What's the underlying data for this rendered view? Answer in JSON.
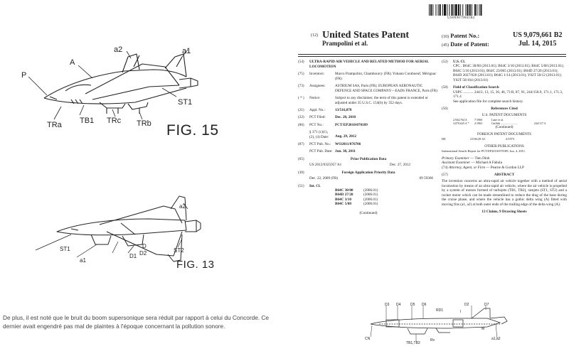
{
  "left": {
    "fig15": {
      "caption": "FIG. 15",
      "labels": {
        "a2": "a2",
        "a1": "a1",
        "A": "A",
        "P": "P",
        "ST1": "ST1",
        "TRc": "TRc",
        "TRb": "TRb",
        "TRa": "TRa",
        "TB1": "TB1"
      }
    },
    "fig13": {
      "caption": "FIG. 13",
      "labels": {
        "a2": "a2",
        "ST1": "ST1",
        "D1": "D1",
        "D2": "D2",
        "D": "D",
        "ST2": "ST2",
        "a1": "a1"
      }
    },
    "paragraph": "De plus, il est noté que le bruit du boom supersonique sera réduit par rapport à celui du Concorde. Ce dernier avait engendré pas mal de plaintes à l'époque concernant la pollution sonore."
  },
  "patent": {
    "barcode_number": "US009079661B2",
    "code_12": "(12)",
    "title": "United States Patent",
    "inventors_short": "Prampolini et al.",
    "code_10": "(10)",
    "patent_no_label": "Patent No.:",
    "patent_no": "US 9,079,661 B2",
    "code_45": "(45)",
    "date_label": "Date of Patent:",
    "date": "Jul. 14, 2015",
    "left_col": {
      "f54": {
        "code": "(54)",
        "value": "ULTRA-RAPID AIR VEHICLE AND RELATED METHOD FOR AERIAL LOCOMOTION"
      },
      "f75": {
        "code": "(75)",
        "name": "Inventors:",
        "value": "Marco Prampolini, Chambourcy (FR); Yohann Coraboeuf, Mérignac (FR)"
      },
      "f73": {
        "code": "(73)",
        "name": "Assignees:",
        "value": "ASTRIUM SAS, Paris (FR); EUROPEAN AERONAUTIC DEFENCE AND SPACE COMPANY—EADS FRANCE, Paris (FR)"
      },
      "fnotice": {
        "code": "( * )",
        "name": "Notice:",
        "value": "Subject to any disclaimer, the term of this patent is extended or adjusted under 35 U.S.C. 154(b) by 352 days."
      },
      "f21": {
        "code": "(21)",
        "name": "Appl. No.:",
        "value": "13/516,878"
      },
      "f22": {
        "code": "(22)",
        "name": "PCT Filed:",
        "value": "Dec. 20, 2010"
      },
      "f86": {
        "code": "(86)",
        "name": "PCT No.:",
        "value": "PCT/EP2010/070189"
      },
      "f371": {
        "name": "§ 371 (c)(1), (2), (4) Date:",
        "value": "Aug. 29, 2012"
      },
      "f87": {
        "code": "(87)",
        "name": "PCT Pub. No.:",
        "value": "WO2011/076706"
      },
      "f87date": {
        "name": "PCT Pub. Date:",
        "value": "Jun. 30, 2011"
      },
      "f65": {
        "code": "(65)",
        "title": "Prior Publication Data",
        "left": "US 2012/0325957 A1",
        "right": "Dec. 27, 2012"
      },
      "f30": {
        "code": "(30)",
        "title": "Foreign Application Priority Data",
        "left": "Dec. 22, 2009   (FR)",
        "right": "09 59366"
      },
      "f51": {
        "code": "(51)",
        "name": "Int. Cl.",
        "rows": [
          {
            "cls": "B64C 30/00",
            "year": "(2006.01)"
          },
          {
            "cls": "B64D 27/20",
            "year": "(2006.01)"
          },
          {
            "cls": "B64C 3/10",
            "year": "(2006.01)"
          },
          {
            "cls": "B64C 5/08",
            "year": "(2006.01)"
          }
        ]
      },
      "continued": "(Continued)"
    },
    "right_col": {
      "f52": {
        "code": "(52)",
        "name": "U.S. Cl.",
        "value": "CPC . B64C 30/00 (2013.01); B64C 3/10 (2013.01); B64C 5/08 (2013.01); B64C 5/10 (2013.01); B64C 23/065 (2013.01); B64D 27/20 (2013.01); B64D 2027/026 (2013.01); B64G 1/14 (2013.01); Y02T 50/12 (2013.01); Y02T 50/164 (2013.01)"
      },
      "f58": {
        "code": "(58)",
        "title": "Field of Classification Search",
        "value": "USPC ........... 244/2, 13, 15, 36, 46, 73 R, 87, 91, 244/158.9, 171.1, 171.3, 171.4",
        "note": "See application file for complete search history."
      },
      "f56": {
        "code": "(56)",
        "title": "References Cited",
        "sub": "U.S. PATENT DOCUMENTS",
        "rows": [
          {
            "a": "2,944,764 A",
            "b": "7/1960",
            "c": "Lane et al.",
            "d": ""
          },
          {
            "a": "3,070,625 A *",
            "b": "2/1963",
            "c": "Griffith ........................",
            "d": "244/117 A"
          }
        ],
        "continued": "(Continued)"
      },
      "foreign": {
        "title": "FOREIGN PATENT DOCUMENTS",
        "a": "DE",
        "b": "2156129 A1",
        "c": "2/1973"
      },
      "other": {
        "title": "OTHER PUBLICATIONS",
        "text": "International Search Report for PCT/EP2010/070189, Jun. 4, 2011."
      },
      "examiner": {
        "primary_label": "Primary Examiner",
        "primary": "— Tien Dinh",
        "assistant_label": "Assistant Examiner",
        "assistant": "— Michael A Fabula"
      },
      "f74": {
        "code": "(74)",
        "label": "Attorney, Agent, or Firm",
        "value": "— Pearne & Gordon LLP"
      },
      "f57": {
        "code": "(57)",
        "title": "ABSTRACT",
        "text": "The invention concerns an ultra-rapid air vehicle together with a method of aerial locomotion by means of an ultra-rapid air vehicle, where the air vehicle is propelled by a system of motors formed of turbojets (TB1, TB2), ramjets (ST1, ST2) and a rocket motor which can be made streamlined to reduce the drag of the base during the cruise phase, and where the vehicle has a gothic delta wing (A) fitted with moving fins (a1, a2) at both outer ends of the trailing edge of the delta wing (A)."
      },
      "claims": "13 Claims, 9 Drawing Sheets"
    },
    "drawing_labels": {
      "D3": "D3",
      "D4": "D4",
      "D5": "D5",
      "D6": "D6",
      "D2": "D2",
      "D7": "D7",
      "RD1": "RD1",
      "I": "I",
      "CN": "CN",
      "TB1TB2": "TB1,TB2",
      "RV": "Rv",
      "a1a2": "a1,a2",
      "M": "M"
    }
  }
}
